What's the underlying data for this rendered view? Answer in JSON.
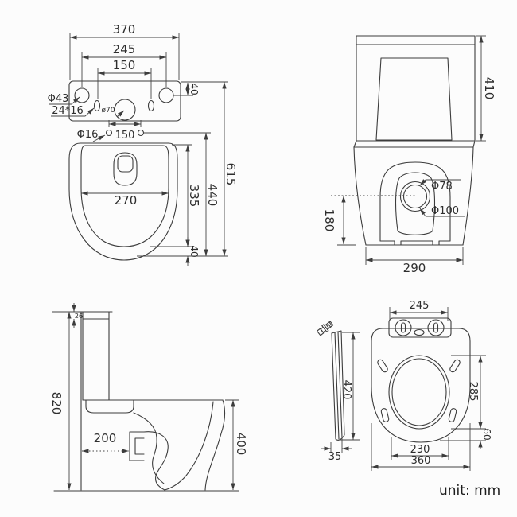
{
  "unit_label": "unit: mm",
  "plan": {
    "width_370": "370",
    "span_245": "245",
    "span_150": "150",
    "dia_left": "Φ43",
    "slot_size": "24*16",
    "dia_mid": "ø70",
    "offset_40_top": "40",
    "dia_seat_hole": "Φ16",
    "span_150_seat": "150",
    "bowl_270": "270",
    "depth_335": "335",
    "depth_440": "440",
    "depth_615": "615",
    "offset_40_front": "40"
  },
  "front": {
    "height_410": "410",
    "height_180": "180",
    "width_290": "290",
    "dia_78": "Φ78",
    "dia_100": "Φ100"
  },
  "side": {
    "height_820": "820",
    "lid_26": "26",
    "setout_200": "200",
    "height_400": "400"
  },
  "seat": {
    "span_245": "245",
    "length_420": "420",
    "thick_35": "35",
    "opening_285": "285",
    "gap_60": "60",
    "width_230": "230",
    "width_360": "360"
  }
}
